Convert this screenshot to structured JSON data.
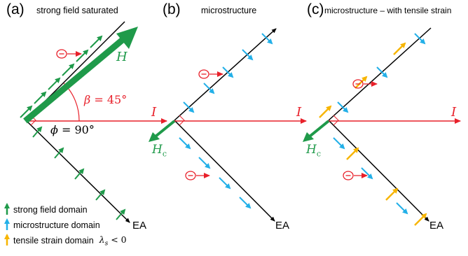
{
  "colors": {
    "strong_field": "#1f9a4a",
    "microstructure": "#23b0e8",
    "tensile": "#f7b500",
    "current": "#e8202a",
    "axis": "#000000"
  },
  "panels": [
    {
      "letter": "(a)",
      "title": "strong field saturated"
    },
    {
      "letter": "(b)",
      "title": "microstructure"
    },
    {
      "letter": "(c)",
      "title": "microstructure – with tensile strain"
    }
  ],
  "labels": {
    "H": "H",
    "Hc": "H",
    "Hc_sub": "c",
    "I": "I",
    "EA": "EA",
    "beta_sym": "β",
    "beta_val": " = 45°",
    "phi_sym": "ϕ",
    "phi_val": " = 90°",
    "electron": "−"
  },
  "legend": [
    {
      "text": "strong field domain",
      "color_key": "strong_field",
      "icon": "green-up-arrow-icon"
    },
    {
      "text": "microstructure domain",
      "color_key": "microstructure",
      "icon": "blue-up-arrow-icon"
    },
    {
      "text": "tensile strain domain",
      "color_key": "tensile",
      "icon": "orange-up-arrow-icon",
      "math_sym": "λ",
      "math_sub": "s",
      "math_rel": " < 0"
    }
  ]
}
